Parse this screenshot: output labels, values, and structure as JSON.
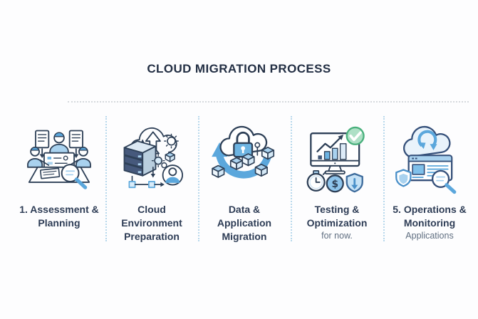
{
  "title": "CLOUD MIGRATION PROCESS",
  "colors": {
    "accent_blue": "#5ba7dc",
    "light_blue": "#a9d2ef",
    "outline_navy": "#2e4057",
    "success_green": "#4cb97e",
    "text_primary": "#2d3c55",
    "text_muted": "#5f6e80",
    "divider_gray": "#d5d9dd",
    "separator_blue": "#b7d8ec"
  },
  "steps": [
    {
      "icon": "team-assessment-icon",
      "label_lines": [
        "1. Assessment &",
        "Planning"
      ],
      "sublabel": ""
    },
    {
      "icon": "cloud-server-setup-icon",
      "label_lines": [
        "Cloud",
        "Environment",
        "Preparation"
      ],
      "sublabel": ""
    },
    {
      "icon": "cloud-lock-transfer-icon",
      "label_lines": [
        "Data &",
        "Application",
        "Migration"
      ],
      "sublabel": ""
    },
    {
      "icon": "monitor-analytics-icon",
      "label_lines": [
        "Testing &",
        "Optimization"
      ],
      "sublabel": "for now.",
      "dollar_glyph": "$"
    },
    {
      "icon": "cloud-sync-monitor-icon",
      "label_lines": [
        "5. Operations &",
        "Monitoring"
      ],
      "sublabel": "Applications"
    }
  ]
}
